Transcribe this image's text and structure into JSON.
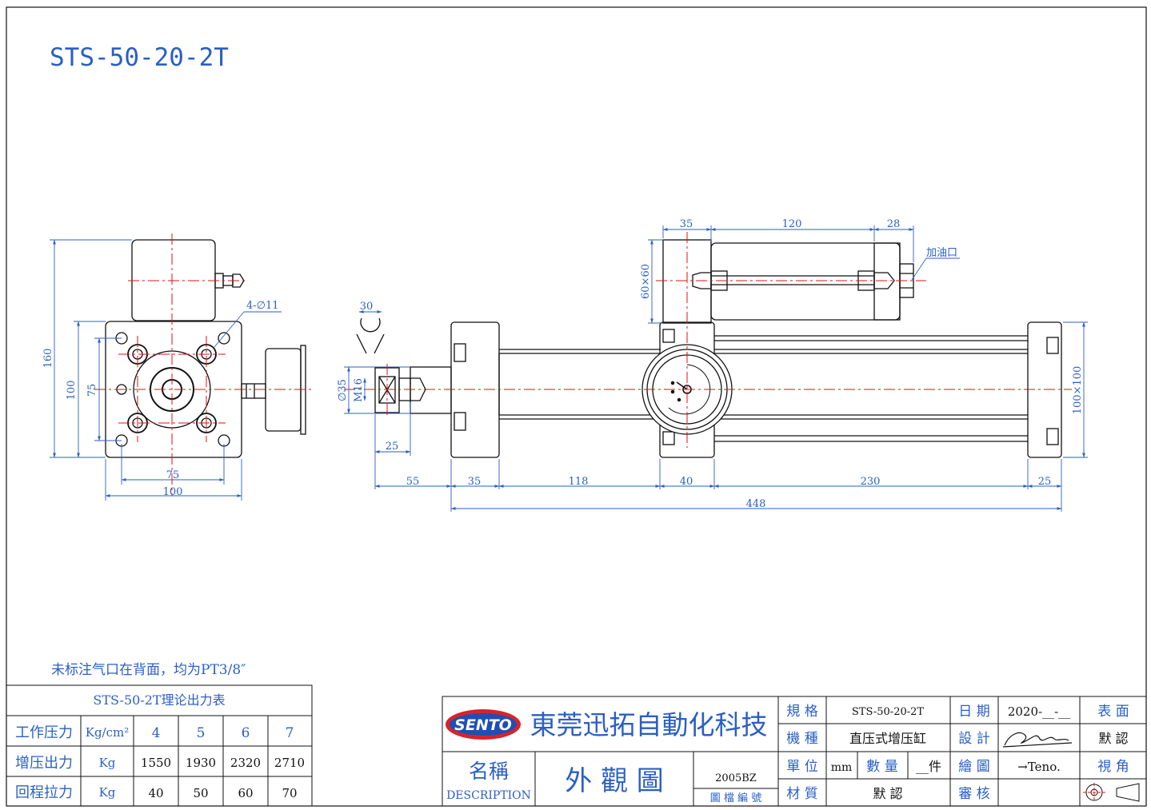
{
  "title": "STS-50-20-2T",
  "note": "未标注气口在背面，均为PT3/8″",
  "colors": {
    "dimension": "#2a5fc4",
    "centerline": "#e01010",
    "outline": "#111111"
  },
  "left_view": {
    "dims": {
      "height_total": "160",
      "height_plate": "100",
      "hole_pitch_v": "75",
      "hole_pitch_h": "75",
      "width_plate": "100",
      "holes": "4-∅11"
    }
  },
  "front_view": {
    "dims": {
      "wrench": "30",
      "rod_dia": "∅35",
      "thread": "M16",
      "thread_len": "25",
      "seg1": "55",
      "seg2": "35",
      "seg3": "118",
      "seg4": "40",
      "seg5": "230",
      "seg6": "25",
      "overall": "448",
      "tank_left": "35",
      "tank_mid": "120",
      "tank_right": "28",
      "tank_section": "60×60",
      "body_section": "100×100",
      "oil_port": "加油口"
    }
  },
  "force_table": {
    "title": "STS-50-2T理论出力表",
    "rows": [
      {
        "label": "工作压力",
        "unit": "Kg/cm²",
        "values": [
          "4",
          "5",
          "6",
          "7"
        ]
      },
      {
        "label": "增压出力",
        "unit": "Kg",
        "values": [
          "1550",
          "1930",
          "2320",
          "2710"
        ]
      },
      {
        "label": "回程拉力",
        "unit": "Kg",
        "values": [
          "40",
          "50",
          "60",
          "70"
        ]
      }
    ]
  },
  "title_block": {
    "logo": "SENTO",
    "company": "東莞迅拓自動化科技",
    "name_label": "名稱",
    "name_label_en": "DESCRIPTION",
    "drawing_name": "外 觀 圖",
    "drawing_no": "2005BZ",
    "drawing_no_label": "圖 檔 編 號",
    "spec_label": "規 格",
    "spec_value": "STS-50-20-2T",
    "model_label": "機 種",
    "model_value": "直压式增压缸",
    "unit_label": "單 位",
    "unit_value": "mm",
    "qty_label": "數 量",
    "qty_value": "__件",
    "material_label": "材 質",
    "material_value": "默 認",
    "date_label": "日 期",
    "date_value": "2020-__-__",
    "design_label": "設 計",
    "drawn_label": "繪 圖",
    "drawn_value": "→Teno.",
    "review_label": "審 核",
    "surface_label": "表 面",
    "surface_value": "默 認",
    "view_label": "視 角"
  }
}
